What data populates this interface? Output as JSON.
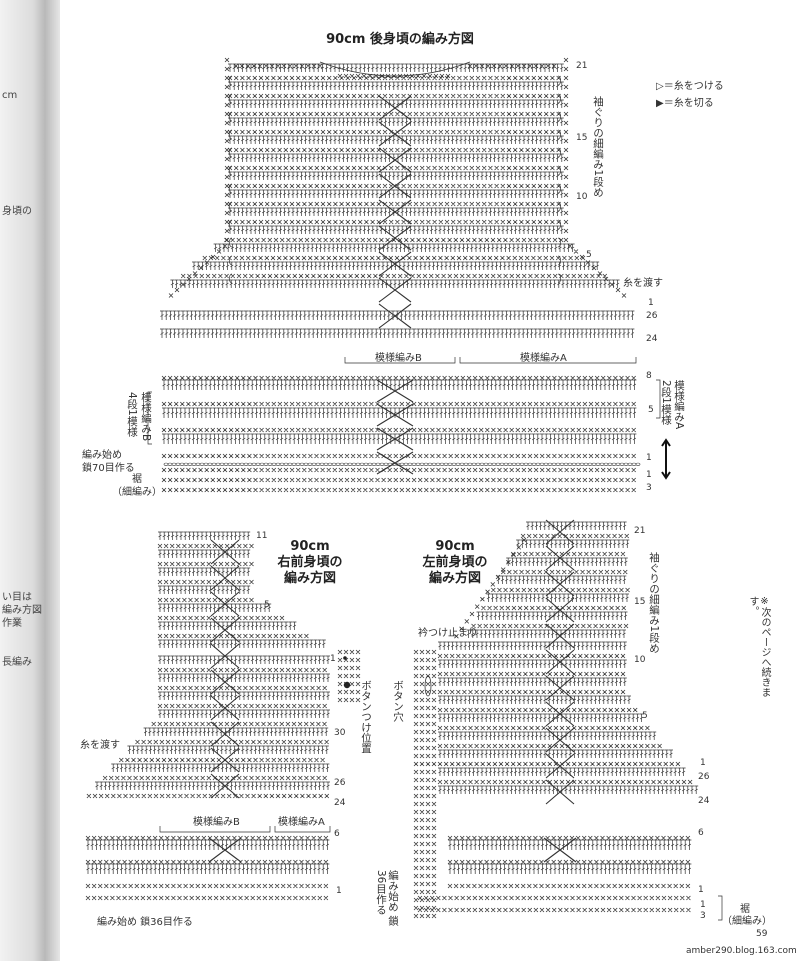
{
  "prev_page_fragments": [
    "cm",
    "身頃の",
    "い目は",
    "編み方図",
    "作業",
    "長編み"
  ],
  "back": {
    "title": "90cm 後身頃の編み方図",
    "pattern_b": "模様編みB",
    "pattern_a": "模様編みA",
    "armhole_note": "袖ぐりの細編み1段め",
    "carry_yarn": "糸を渡す",
    "left_note": "4段1模様",
    "left_note_b": "模様編みB",
    "right_note": "2段1模様",
    "right_note_a": "模様編みA",
    "start_note_1": "編み始め",
    "start_note_2": "鎖70目作る",
    "hem_1": "裾",
    "hem_2": "（細編み）",
    "row_numbers": [
      "21",
      "15",
      "10",
      "5",
      "1",
      "26",
      "24",
      "8",
      "5",
      "1",
      "1",
      "3"
    ]
  },
  "legend": {
    "attach": "＝糸をつける",
    "cut": "＝糸を切る"
  },
  "right_front": {
    "title_1": "90cm",
    "title_2": "右前身頃の",
    "title_3": "編み方図",
    "pattern_b": "模様編みB",
    "pattern_a": "模様編みA",
    "button_position": "ボタンつけ位置",
    "carry_yarn": "糸を渡す",
    "start_note": "編み始め 鎖36目作る",
    "row_numbers": [
      "11",
      "5",
      "1",
      "30",
      "26",
      "24",
      "6",
      "1"
    ]
  },
  "left_front": {
    "title_1": "90cm",
    "title_2": "左前身頃の",
    "title_3": "編み方図",
    "collar_stop": "衿つけ止まり",
    "buttonhole": "ボタン穴",
    "armhole_note": "袖ぐりの細編み1段め",
    "start_note": "編み始め 鎖36目作る",
    "hem_1": "裾",
    "hem_2": "（細編み）",
    "row_numbers": [
      "21",
      "15",
      "10",
      "5",
      "1",
      "26",
      "24",
      "6",
      "1",
      "1",
      "3"
    ]
  },
  "continue_note": "※次のページへ続きます。",
  "page_number": "59",
  "watermark": "amber290.blog.163.com",
  "colors": {
    "ink": "#333333",
    "spine": "#c0c0c0"
  }
}
